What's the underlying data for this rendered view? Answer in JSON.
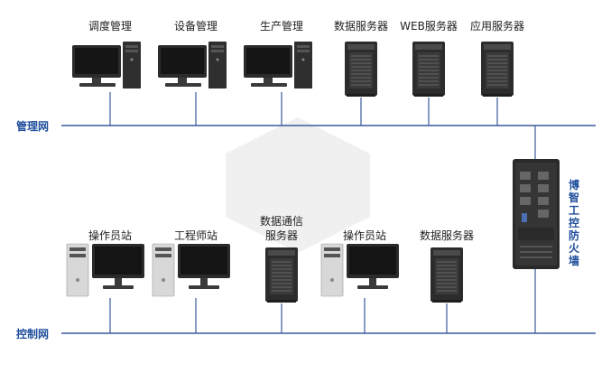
{
  "networks": {
    "management": "管理网",
    "control": "控制网"
  },
  "colors": {
    "bus": "#3a5a9a",
    "label_blue": "#1f4e9c",
    "device_dark": "#2b2b2b",
    "screen": "#1a1a1a"
  },
  "top_devices": [
    {
      "label": "调度管理",
      "icon": "desktop-pc-icon"
    },
    {
      "label": "设备管理",
      "icon": "desktop-pc-icon"
    },
    {
      "label": "生产管理",
      "icon": "desktop-pc-icon"
    },
    {
      "label": "数据服务器",
      "icon": "tower-server-icon"
    },
    {
      "label": "WEB服务器",
      "icon": "tower-server-icon"
    },
    {
      "label": "应用服务器",
      "icon": "tower-server-icon"
    }
  ],
  "bottom_devices": [
    {
      "label": "操作员站",
      "icon": "workstation-icon"
    },
    {
      "label": "工程师站",
      "icon": "workstation-icon"
    },
    {
      "label": "数据通信\n服务器",
      "icon": "tower-server-icon"
    },
    {
      "label": "操作员站",
      "icon": "workstation-icon"
    },
    {
      "label": "数据服务器",
      "icon": "tower-server-icon"
    }
  ],
  "firewall": {
    "label": "博智工控防火墙",
    "icon": "industrial-firewall-icon"
  }
}
